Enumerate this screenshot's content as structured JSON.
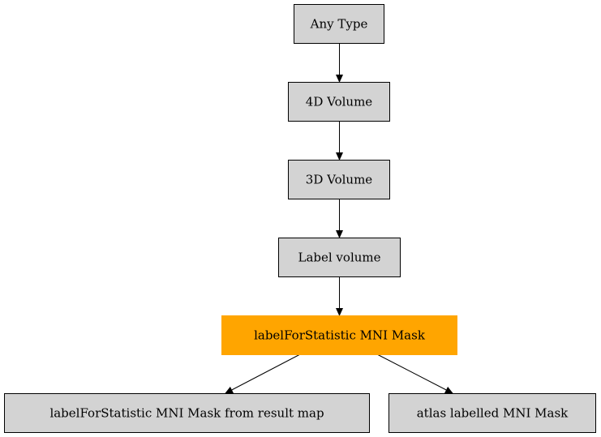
{
  "nodes": [
    {
      "id": "any-type",
      "label": "Any Type",
      "fill": "#d3d3d3",
      "border": "#000000"
    },
    {
      "id": "4d-volume",
      "label": "4D Volume",
      "fill": "#d3d3d3",
      "border": "#000000"
    },
    {
      "id": "3d-volume",
      "label": "3D Volume",
      "fill": "#d3d3d3",
      "border": "#000000"
    },
    {
      "id": "label-volume",
      "label": "Label volume",
      "fill": "#d3d3d3",
      "border": "#000000"
    },
    {
      "id": "labelforstatistic-mni-mask",
      "label": "labelForStatistic MNI Mask",
      "fill": "#ffa500",
      "border": "#ffa500"
    },
    {
      "id": "labelforstatistic-mni-mask-from-result-map",
      "label": "labelForStatistic MNI Mask from result map",
      "fill": "#d3d3d3",
      "border": "#000000"
    },
    {
      "id": "atlas-labelled-mni-mask",
      "label": "atlas labelled MNI Mask",
      "fill": "#d3d3d3",
      "border": "#000000"
    }
  ],
  "edges": [
    {
      "from": "any-type",
      "to": "4d-volume"
    },
    {
      "from": "4d-volume",
      "to": "3d-volume"
    },
    {
      "from": "3d-volume",
      "to": "label-volume"
    },
    {
      "from": "label-volume",
      "to": "labelforstatistic-mni-mask"
    },
    {
      "from": "labelforstatistic-mni-mask",
      "to": "labelforstatistic-mni-mask-from-result-map"
    },
    {
      "from": "labelforstatistic-mni-mask",
      "to": "atlas-labelled-mni-mask"
    }
  ]
}
